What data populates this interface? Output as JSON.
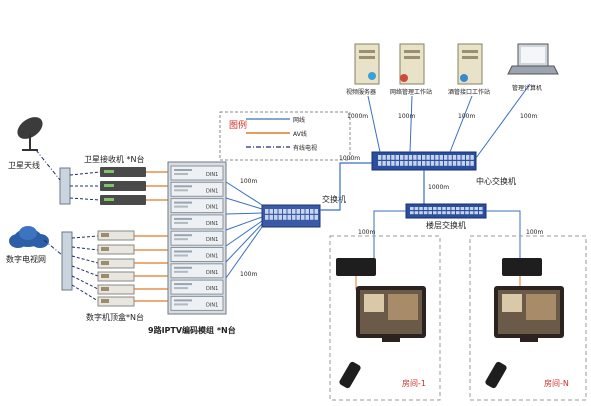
{
  "legend": {
    "title": "图例",
    "items": [
      {
        "label": "网线",
        "color": "#3a6fc4"
      },
      {
        "label": "AV线",
        "color": "#e07a2a"
      },
      {
        "label": "有线电视",
        "color": "#1c2f6b"
      }
    ]
  },
  "devices": {
    "satellite_antenna": "卫星天线",
    "cable_tv": "数字电视网",
    "satellite_receivers": "卫星接收机 *N台",
    "set_top_boxes": "数字机顶盒*N台",
    "encoder": "9路IPTV编码模组 *N台",
    "switch": "交换机",
    "core_switch": "中心交换机",
    "floor_switch": "楼层交换机",
    "video_server": "视频服务器",
    "network_workstation": "网络管理工作站",
    "monitoring_workstation": "酒管接口工作站",
    "management_pc": "管理计算机",
    "room1": "房间-1",
    "roomN": "房间-N"
  },
  "links": {
    "encoder_to_switch": "100m",
    "switch_to_core": "1000m",
    "core_to_server": "1000m",
    "core_to_net_ws": "100m",
    "core_to_mon_ws": "100m",
    "core_to_pc": "100m",
    "core_to_floor": "1000m",
    "floor_to_room1": "100m",
    "floor_to_roomN": "100m"
  },
  "encoder_module_label": "DIN1",
  "colors": {
    "network": "#3a6fc4",
    "av": "#e07a2a",
    "catv": "#1c2f6b",
    "switch_blue": "#2a4fa0",
    "label_red": "#d0302a"
  }
}
